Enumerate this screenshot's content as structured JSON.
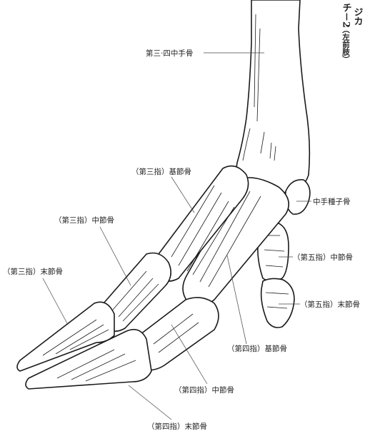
{
  "title": {
    "line1": "ジカ",
    "line2": "チ－2",
    "line3": "（左前肢）"
  },
  "labels": {
    "metacarpal": "第三·四中手骨",
    "proximal_3": "（第三指）基節骨",
    "middle_3": "（第三指）中節骨",
    "distal_3": "（第三指）末節骨",
    "sesamoid": "中手種子骨",
    "middle_5": "（第五指）中節骨",
    "distal_5": "（第五指）末節骨",
    "proximal_4": "（第四指）基節骨",
    "middle_4": "（第四指）中節骨",
    "distal_4": "（第四指）末節骨"
  },
  "colors": {
    "ink": "#1a1a1a",
    "paper": "#ffffff"
  }
}
